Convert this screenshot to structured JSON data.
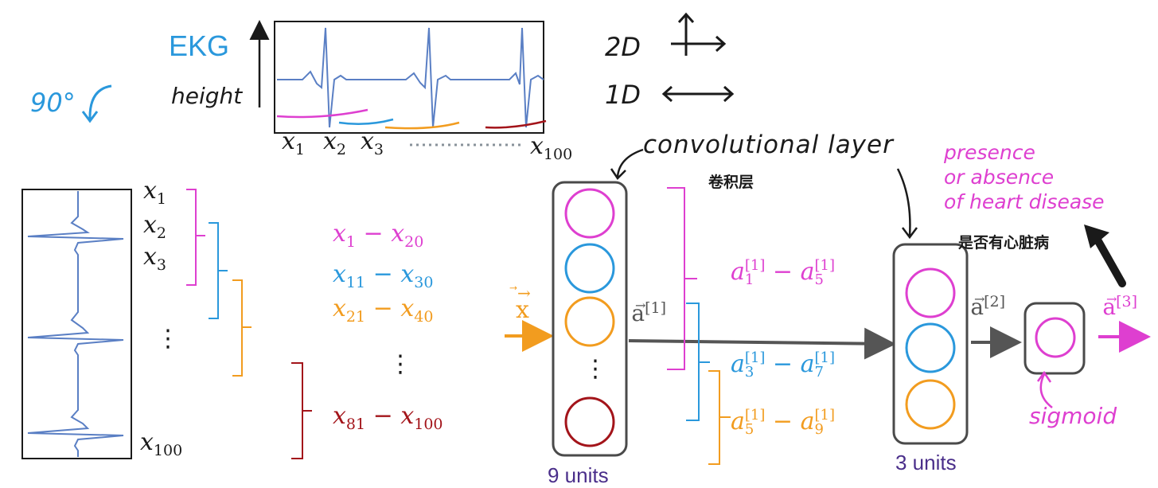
{
  "colors": {
    "magenta": "#de3fd0",
    "blue": "#2a98dc",
    "orange": "#f29c1f",
    "darkred": "#a3141a",
    "ink": "#1a1a1a",
    "signal": "#5a7fc4",
    "gray": "#555555",
    "purple": "#4a2e8a"
  },
  "ekg": {
    "title": "EKG",
    "ylabel": "height",
    "xlabels": [
      "x1",
      "x2",
      "x3",
      "x100"
    ]
  },
  "rotation_note": "90°",
  "dims": {
    "two_d": "2D",
    "one_d": "1D"
  },
  "vertical_inputs": [
    "x1",
    "x2",
    "x3",
    "⋮",
    "x100"
  ],
  "windows": [
    {
      "from": "x1",
      "to": "x20",
      "color": "magenta"
    },
    {
      "from": "x11",
      "to": "x30",
      "color": "blue"
    },
    {
      "from": "x21",
      "to": "x40",
      "color": "orange"
    },
    {
      "dots": "⋮"
    },
    {
      "from": "x81",
      "to": "x100",
      "color": "darkred"
    }
  ],
  "network": {
    "input_label": "x",
    "layer1_label": "convolutional layer",
    "layer1_label_cn": "卷积层",
    "layer1_units": "9 units",
    "layer1_out": "a[1]",
    "layer2_units": "3 units",
    "layer2_out": "a[2]",
    "layer3_out": "a[3]",
    "sigmoid": "sigmoid",
    "output_note": [
      "presence",
      "or absence",
      "of heart disease"
    ],
    "output_note_cn": "是否有心脏病",
    "layer2_groups": [
      {
        "from": "a1[1]",
        "to": "a5[1]",
        "color": "magenta"
      },
      {
        "from": "a3[1]",
        "to": "a7[1]",
        "color": "blue"
      },
      {
        "from": "a5[1]",
        "to": "a9[1]",
        "color": "orange"
      }
    ]
  }
}
